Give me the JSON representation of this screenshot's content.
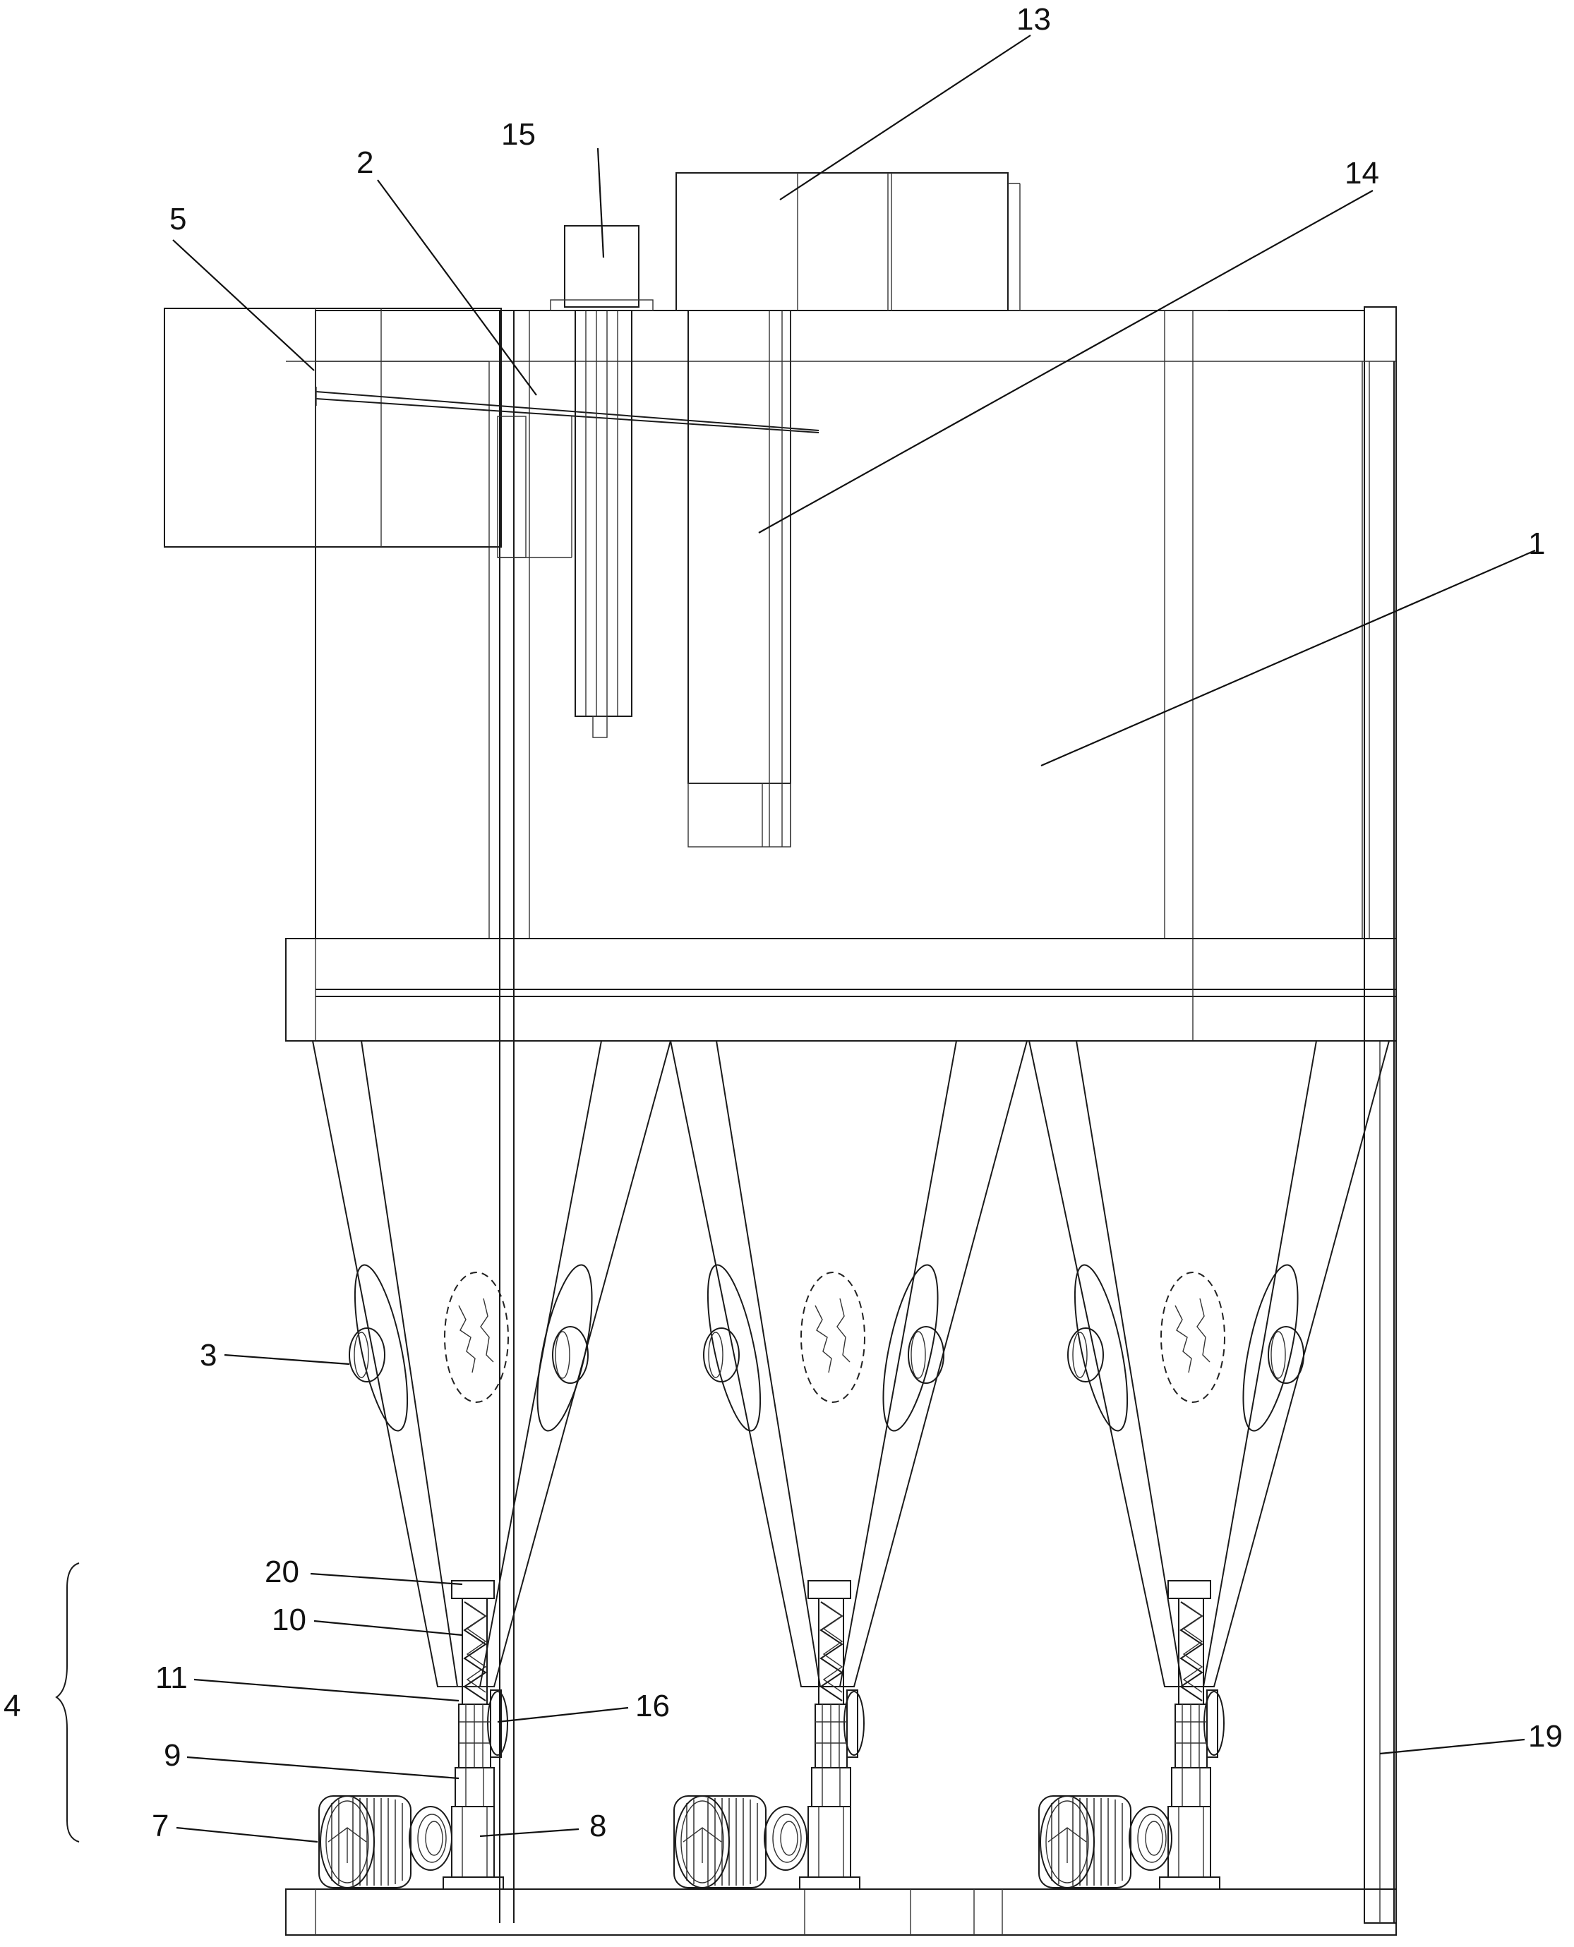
{
  "labels": {
    "l1": "1",
    "l2": "2",
    "l3": "3",
    "l4": "4",
    "l5": "5",
    "l7": "7",
    "l8": "8",
    "l9": "9",
    "l10": "10",
    "l11": "11",
    "l13": "13",
    "l14": "14",
    "l15": "15",
    "l16": "16",
    "l19": "19",
    "l20": "20"
  },
  "colors": {
    "line": "#1a1a1a",
    "background": "#ffffff"
  }
}
